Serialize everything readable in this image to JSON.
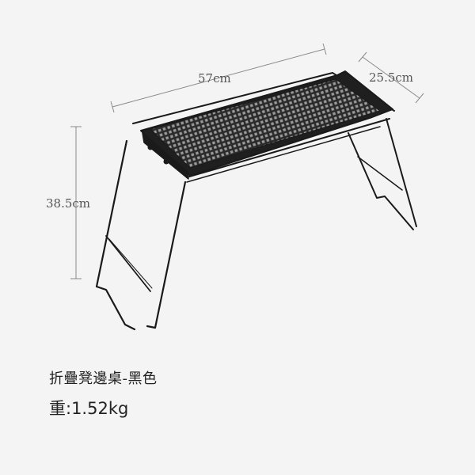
{
  "dimensions": {
    "length": "57cm",
    "depth": "25.5cm",
    "height": "38.5cm"
  },
  "product": {
    "name": "折疊凳邊桌-黑色",
    "weight": "重:1.52kg"
  },
  "colors": {
    "background": "#f4f4f4",
    "frame": "#1a1a1a",
    "dimension_line": "#8a8a8a"
  }
}
